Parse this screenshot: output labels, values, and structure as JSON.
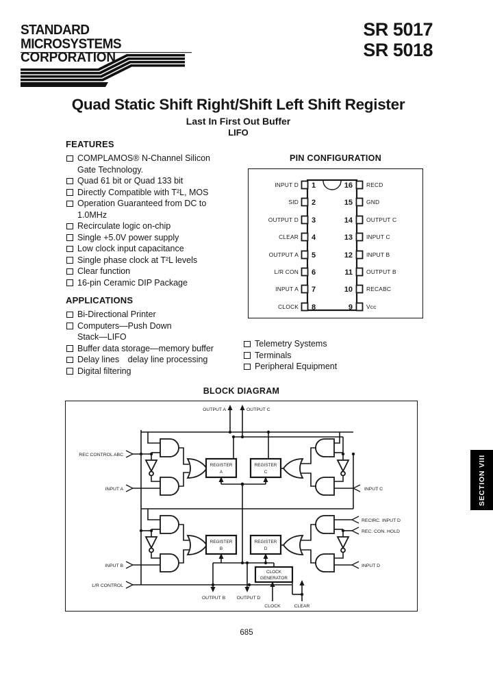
{
  "header": {
    "company_name_line1": "STANDARD MICROSYSTEMS",
    "company_name_line2": "CORPORATION",
    "part_number_1": "SR 5017",
    "part_number_2": "SR 5018"
  },
  "title": {
    "main": "Quad Static Shift Right/Shift Left Shift Register",
    "subtitle": "Last In First Out Buffer",
    "subtitle2": "LIFO"
  },
  "features": {
    "heading": "FEATURES",
    "items": [
      "COMPLAMOS® N-Channel Silicon\nGate Technology.",
      "Quad 61 bit or Quad 133 bit",
      "Directly Compatible with T²L, MOS",
      "Operation Guaranteed from DC to\n1.0MHz",
      "Recirculate logic on-chip",
      "Single +5.0V power supply",
      "Low clock input capacitance",
      "Single phase clock at T²L levels",
      "Clear function",
      "16-pin Ceramic DIP Package"
    ]
  },
  "applications": {
    "heading": "APPLICATIONS",
    "left_items": [
      "Bi-Directional Printer",
      "Computers—Push Down\nStack—LIFO",
      "Buffer data storage—memory buffer",
      "Delay lines delay line processing",
      "Digital filtering"
    ],
    "right_items": [
      "Telemetry Systems",
      "Terminals",
      "Peripheral Equipment"
    ]
  },
  "pin_configuration": {
    "heading": "PIN CONFIGURATION",
    "left_pins": [
      {
        "num": "1",
        "label": "INPUT D"
      },
      {
        "num": "2",
        "label": "SID"
      },
      {
        "num": "3",
        "label": "OUTPUT D"
      },
      {
        "num": "4",
        "label": "CLEAR"
      },
      {
        "num": "5",
        "label": "OUTPUT A"
      },
      {
        "num": "6",
        "label": "L/R CON"
      },
      {
        "num": "7",
        "label": "INPUT A"
      },
      {
        "num": "8",
        "label": "CLOCK"
      }
    ],
    "right_pins": [
      {
        "num": "16",
        "label": "RECD"
      },
      {
        "num": "15",
        "label": "GND"
      },
      {
        "num": "14",
        "label": "OUTPUT C"
      },
      {
        "num": "13",
        "label": "INPUT C"
      },
      {
        "num": "12",
        "label": "INPUT B"
      },
      {
        "num": "11",
        "label": "OUTPUT B"
      },
      {
        "num": "10",
        "label": "RECABC"
      },
      {
        "num": "9",
        "label": "Vcc"
      }
    ]
  },
  "block_diagram": {
    "heading": "BLOCK DIAGRAM",
    "registers": [
      {
        "word": "REGISTER",
        "letter": "A"
      },
      {
        "word": "REGISTER",
        "letter": "C"
      },
      {
        "word": "REGISTER",
        "letter": "B"
      },
      {
        "word": "REGISTER",
        "letter": "D"
      }
    ],
    "clock_generator_line1": "CLOCK",
    "clock_generator_line2": "GENERATOR",
    "signals": {
      "output_a": "OUTPUT A",
      "output_c": "OUTPUT C",
      "rec_control_abc": "REC CONTROL ABC",
      "input_a": "INPUT A",
      "input_c": "INPUT C",
      "input_b": "INPUT B",
      "lr_control": "L/R CONTROL",
      "recirc_input_d": "RECIRC. INPUT D",
      "rec_con_hold": "REC. CON. HOLD",
      "input_d": "INPUT D",
      "output_b": "OUTPUT B",
      "output_d": "OUTPUT D",
      "clock": "CLOCK",
      "clear": "CLEAR"
    }
  },
  "side_tab": {
    "label": "SECTION VIII"
  },
  "footer": {
    "page_number": "685"
  },
  "colors": {
    "ink": "#161616",
    "paper": "#ffffff"
  }
}
